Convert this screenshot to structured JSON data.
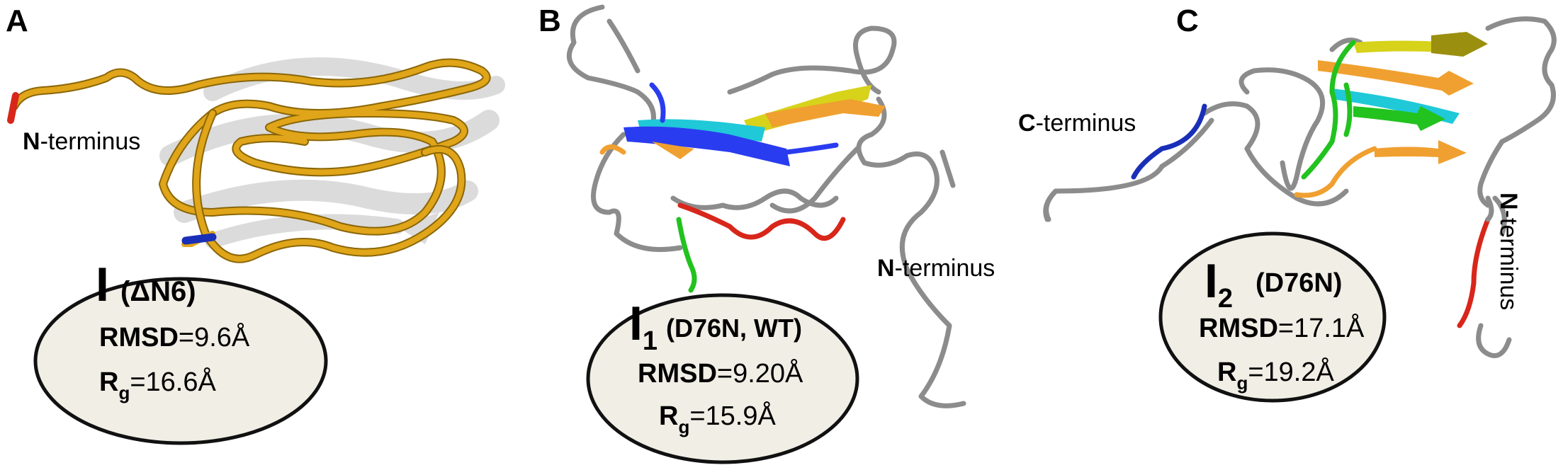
{
  "panels": [
    {
      "letter": "A",
      "terminus_labels": [
        {
          "bold": "N",
          "rest": "-terminus"
        }
      ],
      "info": {
        "state_main": "I",
        "state_sub": "",
        "variant": "(ΔN6)",
        "rmsd_label": "RMSD",
        "rmsd_value": "=9.6Å",
        "rg_main": "R",
        "rg_sub": "g",
        "rg_value": "=16.6Å"
      }
    },
    {
      "letter": "B",
      "terminus_labels": [
        {
          "bold": "N",
          "rest": "-terminus"
        }
      ],
      "info": {
        "state_main": "I",
        "state_sub": "1",
        "variant": "(D76N, WT)",
        "rmsd_label": "RMSD",
        "rmsd_value": "=9.20Å",
        "rg_main": "R",
        "rg_sub": "g",
        "rg_value": "=15.9Å"
      }
    },
    {
      "letter": "C",
      "terminus_labels": [
        {
          "bold": "C",
          "rest": "-terminus"
        },
        {
          "bold": "N",
          "rest": "-terminus"
        }
      ],
      "info": {
        "state_main": "I",
        "state_sub": "2",
        "variant": "(D76N)",
        "rmsd_label": "RMSD",
        "rmsd_value": "=17.1Å",
        "rg_main": "R",
        "rg_sub": "g",
        "rg_value": "=19.2Å"
      }
    }
  ],
  "colors": {
    "ribbon_gold": "#e0a519",
    "ribbon_gold_dark": "#8a6608",
    "coil_gray": "#8c8c8c",
    "ellipse_fill": "#f0eee5",
    "strand_blue": "#2a3cf0",
    "strand_cyan": "#1fc9d8",
    "strand_yellow": "#d7d21a",
    "strand_orange": "#f0a030",
    "strand_green": "#22c21f",
    "strand_olive": "#9b8f10",
    "n_term_red": "#d8261b",
    "c_term_blue": "#1a2fb8"
  }
}
